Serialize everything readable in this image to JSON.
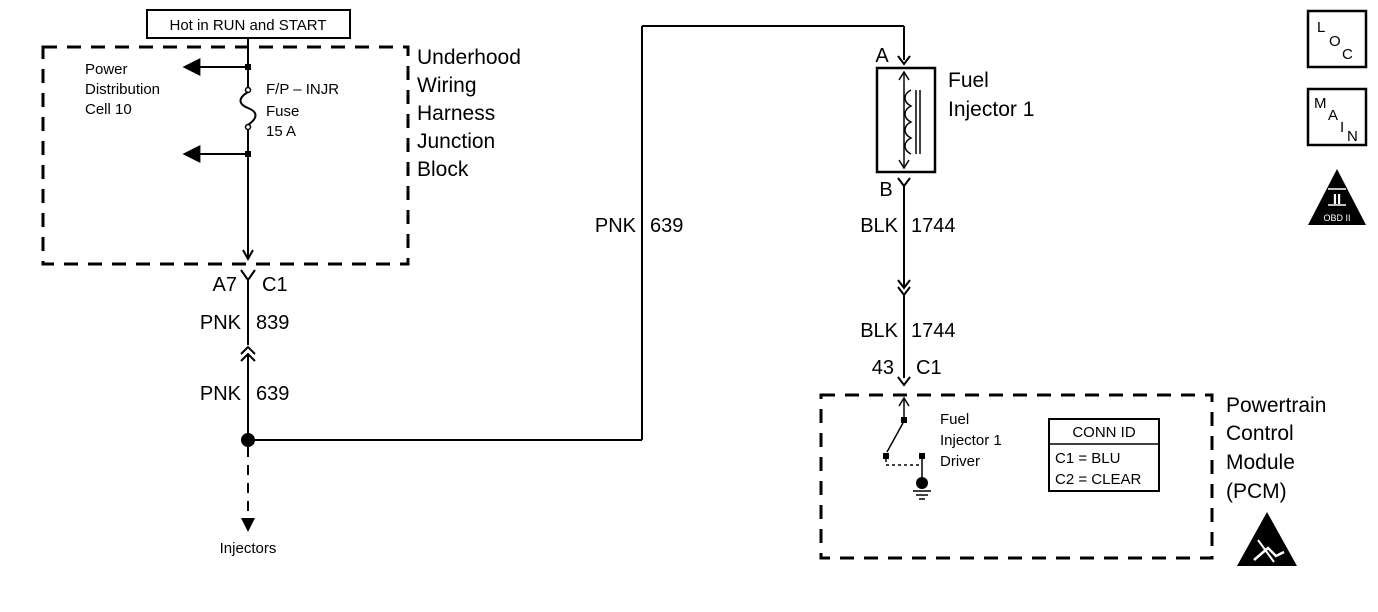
{
  "power_source": {
    "label": "Hot in RUN and START"
  },
  "junction_block": {
    "name_lines": [
      "Underhood",
      "Wiring",
      "Harness",
      "Junction",
      "Block"
    ],
    "power_distribution_lines": [
      "Power",
      "Distribution",
      "Cell 10"
    ],
    "fuse_lines": [
      "F/P – INJR",
      "Fuse",
      "15 A"
    ]
  },
  "connectors": {
    "jb_out": {
      "pin": "A7",
      "conn": "C1"
    },
    "injector_top": {
      "pin": "A"
    },
    "injector_bottom": {
      "pin": "B"
    },
    "pcm_in": {
      "pin": "43",
      "conn": "C1"
    }
  },
  "wires": {
    "w1": {
      "color": "PNK",
      "circuit": "839"
    },
    "w2": {
      "color": "PNK",
      "circuit": "639"
    },
    "w3": {
      "color": "PNK",
      "circuit": "639"
    },
    "w4": {
      "color": "BLK",
      "circuit": "1744"
    },
    "w5": {
      "color": "BLK",
      "circuit": "1744"
    }
  },
  "injector": {
    "name_lines": [
      "Fuel",
      "Injector 1"
    ]
  },
  "splice_destination": {
    "label": "Injectors"
  },
  "pcm": {
    "name_lines": [
      "Powertrain",
      "Control",
      "Module",
      "(PCM)"
    ],
    "driver_lines": [
      "Fuel",
      "Injector 1",
      "Driver"
    ],
    "conn_id": {
      "title": "CONN ID",
      "rows": [
        "C1 = BLU",
        "C2 = CLEAR"
      ]
    }
  },
  "side_icons": {
    "loc": {
      "letters": [
        "L",
        "O",
        "C"
      ]
    },
    "main": {
      "letters": [
        "M",
        "A",
        "I",
        "N"
      ]
    },
    "obd": {
      "symbol": "II",
      "label": "OBD II"
    }
  },
  "icons": [
    "ground-icon",
    "esd-warning-icon",
    "loc-icon",
    "main-icon",
    "obd2-icon"
  ]
}
